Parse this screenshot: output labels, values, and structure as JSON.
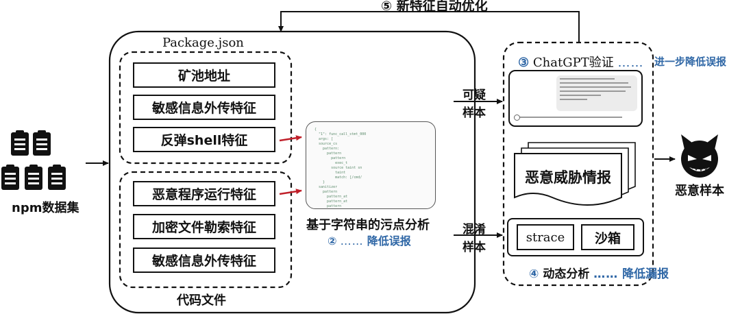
{
  "top_feedback": {
    "num": "⑤",
    "label": "新特征自动优化"
  },
  "left": {
    "dataset_label": "npm数据集"
  },
  "package": {
    "title": "Package.json",
    "code_files_label": "代码文件",
    "pkg_features": [
      "矿池地址",
      "敏感信息外传特征",
      "反弹shell特征"
    ],
    "code_features": [
      "恶意程序运行特征",
      "加密文件勒索特征",
      "敏感信息外传特征"
    ]
  },
  "taint": {
    "label": "基于字符串的污点分析",
    "num": "②",
    "dots": "……",
    "benefit": "降低误报"
  },
  "edges": {
    "suspicious_top": "可疑",
    "suspicious_bottom": "样本",
    "obfuscated_top": "混淆",
    "obfuscated_bottom": "样本"
  },
  "verify": {
    "chatgpt_num": "③",
    "chatgpt_label": "ChatGPT验证",
    "chatgpt_dots": "……",
    "chatgpt_benefit": "进一步降低误报",
    "threat_intel": "恶意威胁情报",
    "strace": "strace",
    "sandbox": "沙箱",
    "dynamic_num": "④",
    "dynamic_label": "动态分析",
    "dynamic_dots": "……",
    "dynamic_benefit": "降低漏报"
  },
  "output": {
    "label": "恶意样本"
  },
  "icons": {
    "dataset": "clipboard-icon",
    "output": "devil-icon",
    "chat": "chat-screenshot"
  }
}
